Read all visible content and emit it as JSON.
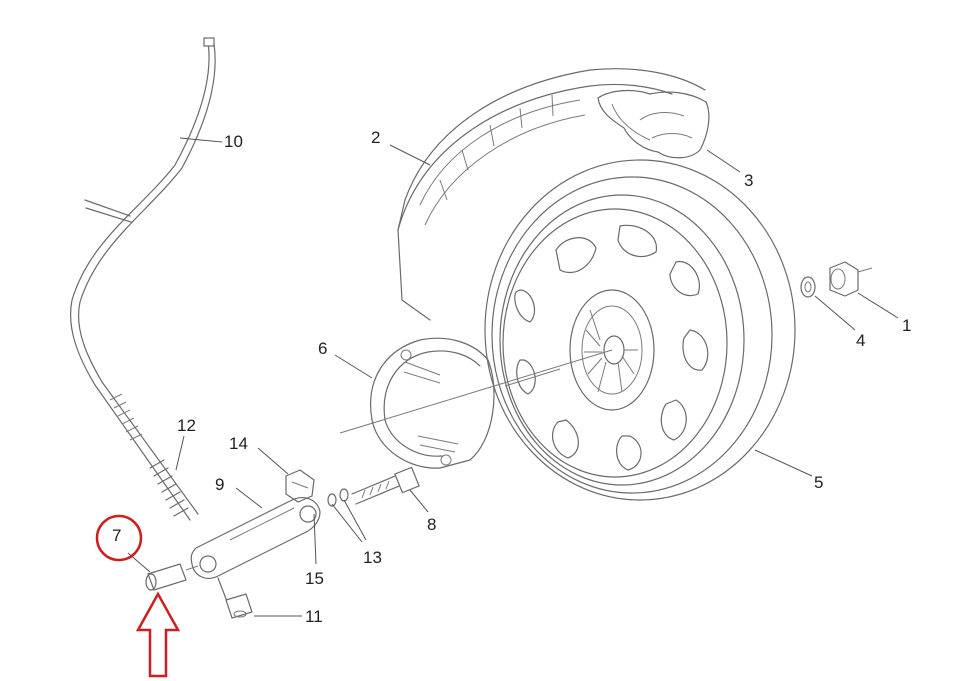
{
  "labels": {
    "p1": "1",
    "p2": "2",
    "p3": "3",
    "p4": "4",
    "p5": "5",
    "p6": "6",
    "p7": "7",
    "p8": "8",
    "p9": "9",
    "p10": "10",
    "p11": "11",
    "p12": "12",
    "p13": "13",
    "p14": "14",
    "p15": "15"
  },
  "colors": {
    "highlight": "#cc1f1f",
    "line_art": "#6a6a6a",
    "label_text": "#222222"
  },
  "highlighted_part": "7"
}
